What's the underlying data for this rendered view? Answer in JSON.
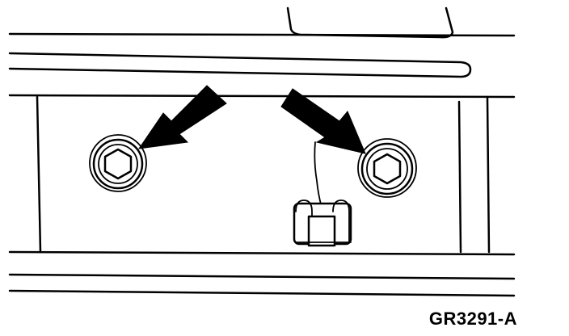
{
  "figure": {
    "code": "GR3291-A"
  },
  "parts": {
    "fasteners": [
      "hex-bolt-left",
      "hex-bolt-right"
    ],
    "arrows": [
      "arrow-to-left-bolt",
      "arrow-to-right-bolt"
    ],
    "clip": "retainer-clip"
  }
}
